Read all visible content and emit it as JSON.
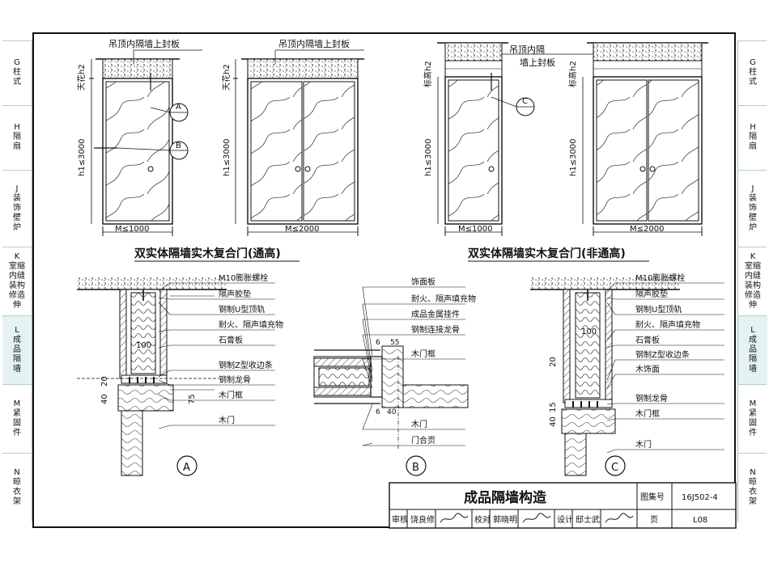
{
  "left_tabs": [
    {
      "code": "G",
      "label": "柱式"
    },
    {
      "code": "H",
      "label": "隔扇"
    },
    {
      "code": "J",
      "label": "装饰壁炉"
    },
    {
      "code": "K",
      "label": "室缩内缝装构修造伸"
    },
    {
      "code": "L",
      "label": "成品隔墙"
    },
    {
      "code": "M",
      "label": "紧固件"
    },
    {
      "code": "N",
      "label": "晾衣架"
    }
  ],
  "right_tabs": [
    {
      "code": "G",
      "label": "柱式"
    },
    {
      "code": "H",
      "label": "隔扇"
    },
    {
      "code": "J",
      "label": "装饰壁炉"
    },
    {
      "code": "K",
      "label": "室缩内缝装构修造伸"
    },
    {
      "code": "L",
      "label": "成品隔墙"
    },
    {
      "code": "M",
      "label": "紧固件"
    },
    {
      "code": "N",
      "label": "晾衣架"
    }
  ],
  "elevations": {
    "ceiling_seal_label": "吊顶内隔墙上封板",
    "ceiling_seal_label_line1": "吊顶内隔",
    "ceiling_seal_label_line2": "墙上封板",
    "ceiling_h2_label": "天花h2",
    "mark_h2_label": "标高h2",
    "h1_label": "h1≤3000",
    "width_single": "M≤1000",
    "width_double": "M≤2000",
    "callout_a": "A",
    "callout_b": "B",
    "callout_c": "C",
    "callout_dash": "—",
    "caption_full": "双实体隔墙实木复合门(通高)",
    "caption_partial": "双实体隔墙实木复合门(非通高)"
  },
  "detail_a": {
    "labels": [
      "M10膨胀螺栓",
      "隔声胶垫",
      "钢制U型顶轨",
      "耐火、隔声填充物",
      "石膏板",
      "钢制Z型收边条",
      "钢制龙骨",
      "木门框",
      "木门"
    ],
    "dim_100": "100",
    "dim_20": "20",
    "dim_40": "40",
    "dim_75": "75",
    "tag": "A"
  },
  "detail_b": {
    "labels": [
      "饰面板",
      "耐火、隔声填充物",
      "成品金属挂件",
      "钢制连接龙骨",
      "木门框",
      "木门",
      "门合页"
    ],
    "dim_6a": "6",
    "dim_55": "55",
    "dim_6b": "6",
    "dim_40": "40",
    "tag": "B"
  },
  "detail_c": {
    "labels": [
      "M10膨胀螺栓",
      "隔声胶垫",
      "钢制U型顶轨",
      "耐火、隔声填充物",
      "石膏板",
      "钢制Z型收边条",
      "木饰面",
      "钢制龙骨",
      "木门框",
      "木门"
    ],
    "dim_100": "100",
    "dim_20": "20",
    "dim_15": "15",
    "dim_40": "40",
    "tag": "C"
  },
  "title_block": {
    "title": "成品隔墙构造",
    "atlas_label": "图集号",
    "atlas_no": "16J502-4",
    "review_label": "审核",
    "review_name": "饶良修",
    "check_label": "校对",
    "check_name": "郭晓明",
    "design_label": "设计",
    "design_name": "邸士武",
    "page_label": "页",
    "page_no": "L08"
  },
  "colors": {
    "line": "#111111",
    "tab_active": "#e4f2f2",
    "tab_border": "#99bbbb"
  }
}
